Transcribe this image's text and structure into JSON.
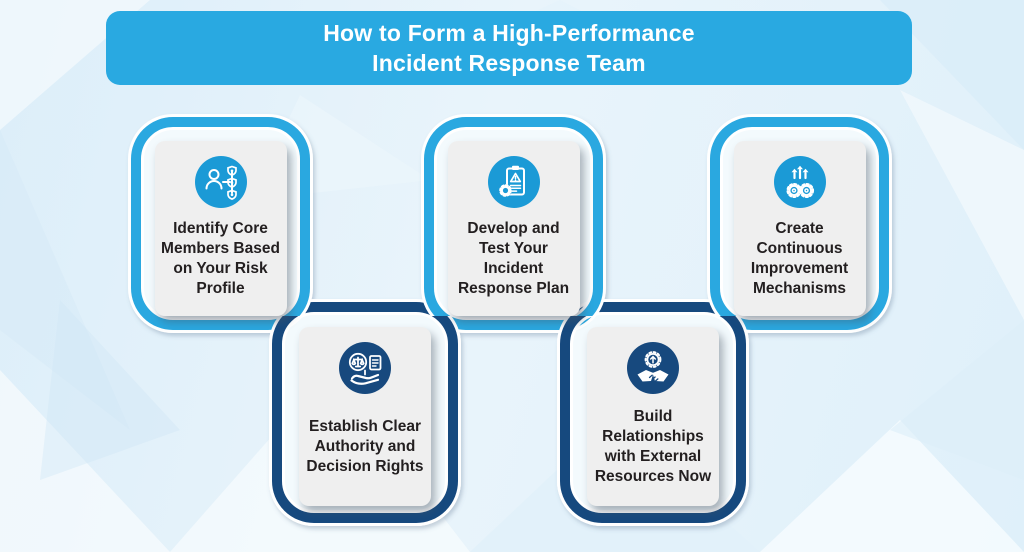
{
  "header": {
    "title": "How to Form a High-Performance\nIncident Response Team",
    "bg_color": "#29A9E1",
    "text_color": "#FFFFFF"
  },
  "steps": [
    {
      "id": 1,
      "row": "top",
      "title": "Identify Core\nMembers Based\non Your Risk\nProfile",
      "icon": "risk-profile-team-icon",
      "accent_color": "#29A8E0"
    },
    {
      "id": 2,
      "row": "bottom",
      "title": "Establish Clear\nAuthority and\nDecision Rights",
      "icon": "authority-scales-hand-icon",
      "accent_color": "#17497E"
    },
    {
      "id": 3,
      "row": "top",
      "title": "Develop and\nTest Your\nIncident\nResponse Plan",
      "icon": "response-plan-clipboard-icon",
      "accent_color": "#29A8E0"
    },
    {
      "id": 4,
      "row": "bottom",
      "title": "Build\nRelationships\nwith External\nResources Now",
      "icon": "handshake-partners-icon",
      "accent_color": "#17497E"
    },
    {
      "id": 5,
      "row": "top",
      "title": "Create\nContinuous\nImprovement\nMechanisms",
      "icon": "continuous-improvement-gears-icon",
      "accent_color": "#29A8E0"
    }
  ],
  "colors": {
    "light_blue": "#29A8E0",
    "dark_navy": "#17497E",
    "icon_light_circle": "#1B9AD6",
    "card_background": "#EFEFEF",
    "card_text": "#231F20",
    "page_background": "#E3F1FA",
    "ring_inner_fill": "#F3FAFD"
  }
}
